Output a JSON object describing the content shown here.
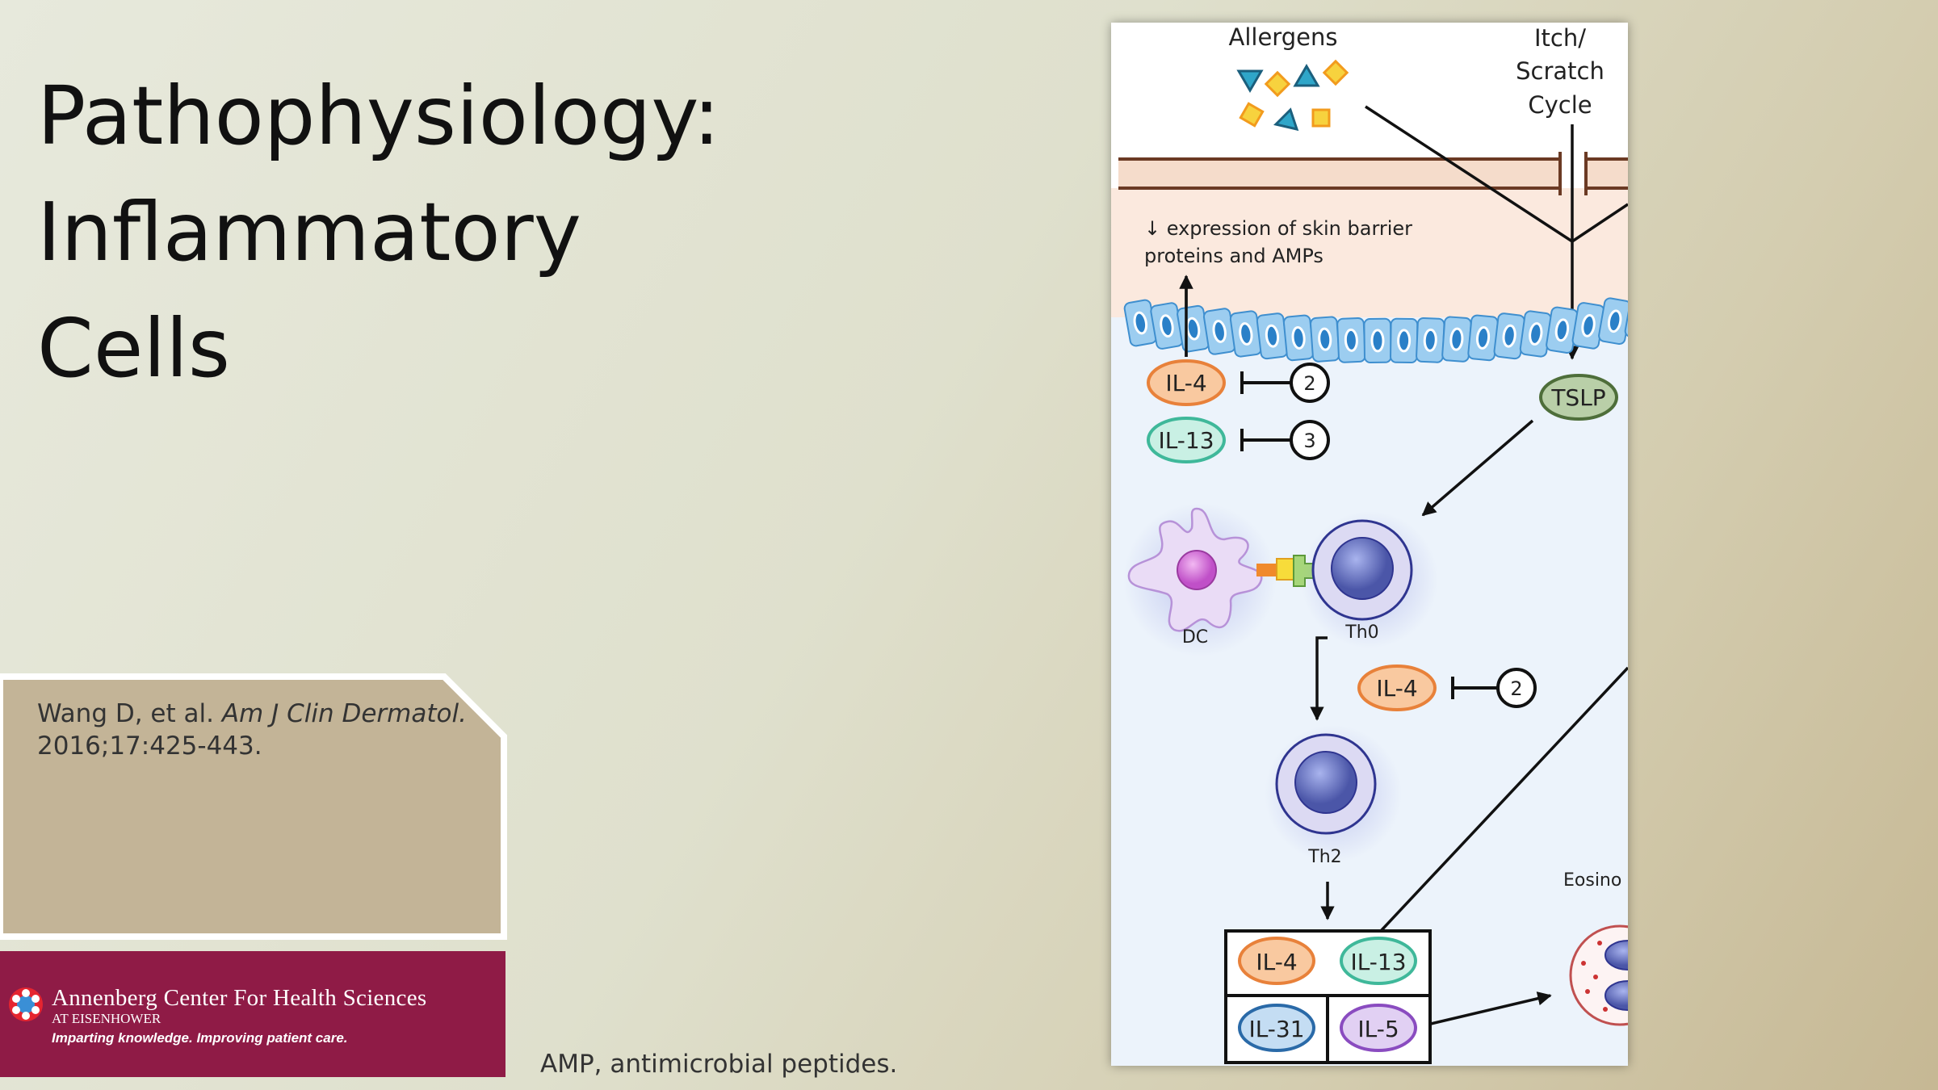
{
  "slide": {
    "title_lines": [
      "Pathophysiology:",
      "Inflammatory",
      "Cells"
    ],
    "citation": {
      "authors": "Wang D, et al.",
      "journal": "Am J Clin Dermatol.",
      "details": "2016;17:425-443."
    },
    "footnote": "AMP, antimicrobial peptides."
  },
  "logo": {
    "name": "Annenberg Center For Health Sciences",
    "sub": "AT EISENHOWER",
    "tagline": "Imparting knowledge. Improving patient care."
  },
  "figure": {
    "allergens": "Allergens",
    "itch_lines": [
      "Itch/",
      "Scratch",
      "Cycle"
    ],
    "expression_lines": [
      "↓ expression of skin barrier",
      "proteins and AMPs"
    ],
    "il4": "IL-4",
    "il13": "IL-13",
    "tslp": "TSLP",
    "num2": "2",
    "num3": "3",
    "dc": "DC",
    "th0": "Th0",
    "th2": "Th2",
    "il31": "IL-31",
    "il5": "IL-5",
    "eosino": "Eosino",
    "colors": {
      "il4_fill": "#f9c9a0",
      "il4_stroke": "#e8813a",
      "il13_fill": "#c9f0e4",
      "il13_stroke": "#3fb89a",
      "tslp_fill": "#b9cfa8",
      "il31_fill": "#c4ddf3",
      "il5_fill": "#e1d0f3"
    }
  }
}
